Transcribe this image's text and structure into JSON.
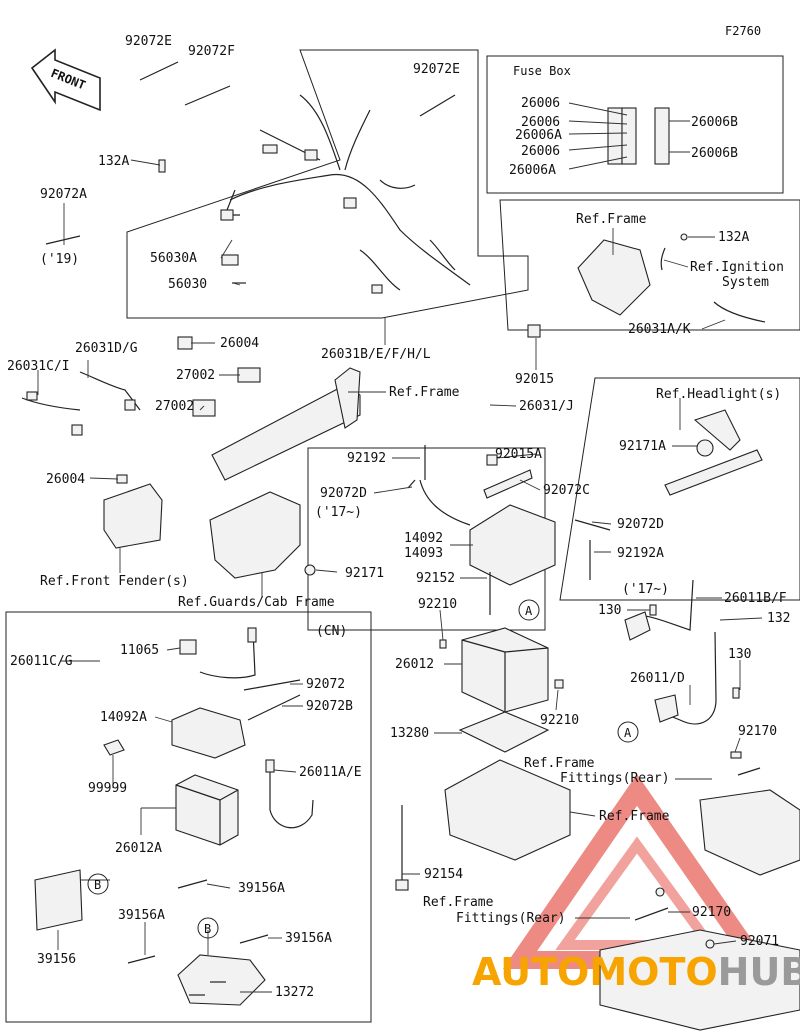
{
  "diagram_code": "F2760",
  "direction_label": "FRONT",
  "fuse_box_title": "Fuse Box",
  "callouts": [
    {
      "id": "c1",
      "text": "92072E"
    },
    {
      "id": "c2",
      "text": "92072F"
    },
    {
      "id": "c3",
      "text": "92072E"
    },
    {
      "id": "c4",
      "text": "132A"
    },
    {
      "id": "c5",
      "text": "92072A"
    },
    {
      "id": "c6",
      "text": "('19)"
    },
    {
      "id": "c7",
      "text": "56030A"
    },
    {
      "id": "c8",
      "text": "56030"
    },
    {
      "id": "c9",
      "text": "26004"
    },
    {
      "id": "c10",
      "text": "26031B/E/F/H/L"
    },
    {
      "id": "c11",
      "text": "92015"
    },
    {
      "id": "c12",
      "text": "26031D/G"
    },
    {
      "id": "c13",
      "text": "26031C/I"
    },
    {
      "id": "c14",
      "text": "27002"
    },
    {
      "id": "c15",
      "text": "27002"
    },
    {
      "id": "c16",
      "text": "Ref.Frame"
    },
    {
      "id": "c17",
      "text": "26031/J"
    },
    {
      "id": "c18",
      "text": "26004"
    },
    {
      "id": "c19",
      "text": "Ref.Front Fender(s)"
    },
    {
      "id": "c20",
      "text": "Ref.Guards/Cab Frame"
    },
    {
      "id": "c21",
      "text": "92171"
    },
    {
      "id": "c22",
      "text": "26006"
    },
    {
      "id": "c23",
      "text": "26006"
    },
    {
      "id": "c24",
      "text": "26006A"
    },
    {
      "id": "c25",
      "text": "26006"
    },
    {
      "id": "c26",
      "text": "26006A"
    },
    {
      "id": "c27",
      "text": "26006B"
    },
    {
      "id": "c28",
      "text": "26006B"
    },
    {
      "id": "c29",
      "text": "Ref.Frame"
    },
    {
      "id": "c30",
      "text": "132A"
    },
    {
      "id": "c31",
      "text": "Ref.Ignition"
    },
    {
      "id": "c32",
      "text": "System"
    },
    {
      "id": "c33",
      "text": "26031A/K"
    },
    {
      "id": "c34",
      "text": "Ref.Headlight(s)"
    },
    {
      "id": "c35",
      "text": "92171A"
    },
    {
      "id": "c36",
      "text": "92192"
    },
    {
      "id": "c37",
      "text": "92015A"
    },
    {
      "id": "c38",
      "text": "92072D"
    },
    {
      "id": "c39",
      "text": "('17~)"
    },
    {
      "id": "c40",
      "text": "92072C"
    },
    {
      "id": "c41",
      "text": "92072D"
    },
    {
      "id": "c42",
      "text": "14092"
    },
    {
      "id": "c43",
      "text": "14093"
    },
    {
      "id": "c44",
      "text": "92192A"
    },
    {
      "id": "c45",
      "text": "92152"
    },
    {
      "id": "c46",
      "text": "('17~)"
    },
    {
      "id": "c47",
      "text": "26011B/F"
    },
    {
      "id": "c48",
      "text": "92210"
    },
    {
      "id": "c49",
      "text": "130"
    },
    {
      "id": "c50",
      "text": "132"
    },
    {
      "id": "c51",
      "text": "26012"
    },
    {
      "id": "c52",
      "text": "92210"
    },
    {
      "id": "c53",
      "text": "130"
    },
    {
      "id": "c54",
      "text": "26011/D"
    },
    {
      "id": "c55",
      "text": "13280"
    },
    {
      "id": "c56",
      "text": "Ref.Frame"
    },
    {
      "id": "c57",
      "text": "Fittings(Rear)"
    },
    {
      "id": "c58",
      "text": "92170"
    },
    {
      "id": "c59",
      "text": "Ref.Frame"
    },
    {
      "id": "c60",
      "text": "92154"
    },
    {
      "id": "c61",
      "text": "Ref.Frame"
    },
    {
      "id": "c62",
      "text": "Fittings(Rear)"
    },
    {
      "id": "c63",
      "text": "92170"
    },
    {
      "id": "c64",
      "text": "92071"
    },
    {
      "id": "c65",
      "text": "(CN)"
    },
    {
      "id": "c66",
      "text": "26011C/G"
    },
    {
      "id": "c67",
      "text": "11065"
    },
    {
      "id": "c68",
      "text": "92072"
    },
    {
      "id": "c69",
      "text": "14092A"
    },
    {
      "id": "c70",
      "text": "92072B"
    },
    {
      "id": "c71",
      "text": "99999"
    },
    {
      "id": "c72",
      "text": "26011A/E"
    },
    {
      "id": "c73",
      "text": "26012A"
    },
    {
      "id": "c74",
      "text": "39156A"
    },
    {
      "id": "c75",
      "text": "39156A"
    },
    {
      "id": "c76",
      "text": "39156A"
    },
    {
      "id": "c77",
      "text": "39156"
    },
    {
      "id": "c78",
      "text": "13272"
    }
  ],
  "markers": [
    {
      "id": "m1",
      "letter": "A"
    },
    {
      "id": "m2",
      "letter": "A"
    },
    {
      "id": "m3",
      "letter": "B"
    },
    {
      "id": "m4",
      "letter": "B"
    }
  ],
  "watermark": {
    "part1": "AUTO",
    "part2": "MOTO",
    "part3": "HUB",
    "color_orange": "#f7a400",
    "color_grey": "#9a9a9a",
    "color_red": "#e2483d"
  }
}
